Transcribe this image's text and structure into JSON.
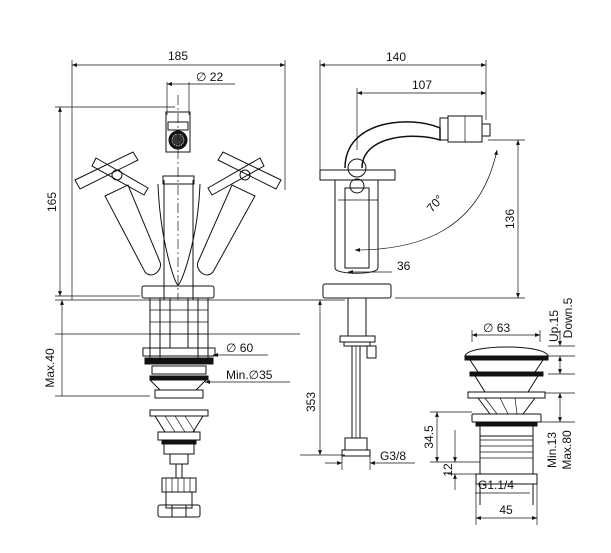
{
  "front_view": {
    "dim_width": "185",
    "dim_spout_diameter": "∅ 22",
    "dim_height": "165",
    "dim_max_deck": "Max.40",
    "dim_flange_diameter": "∅ 60",
    "dim_hole_min": "Min.∅35"
  },
  "side_view": {
    "dim_depth": "140",
    "dim_spout_reach": "107",
    "dim_swivel_angle": "70°",
    "dim_height": "136",
    "dim_lever_offset": "36",
    "dim_hose_length": "353",
    "dim_connection": "G3/8"
  },
  "waste_view": {
    "dim_plug_diameter": "∅ 63",
    "dim_up": "Up.15",
    "dim_down": "Down.5",
    "dim_tail": "34.5",
    "dim_tail_bottom": "12",
    "dim_deck_range": "Min.13",
    "dim_deck_range_max": "Max.80",
    "dim_thread": "G1.1/4",
    "dim_nut_width": "45"
  }
}
